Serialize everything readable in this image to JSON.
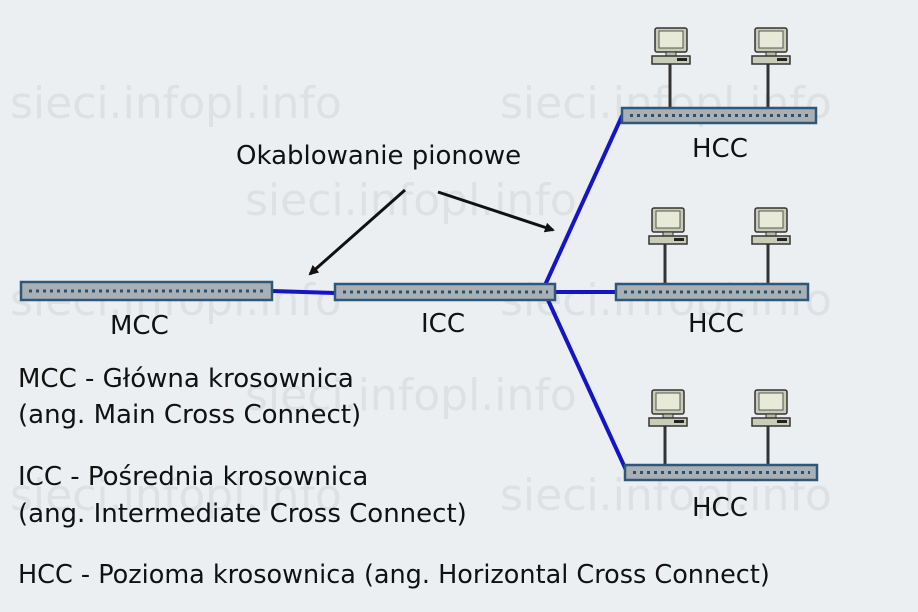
{
  "watermark": {
    "text": "sieci.infopl.info",
    "color": "#dde1e4"
  },
  "diagram": {
    "annotation": "Okablowanie pionowe",
    "nodes": {
      "mcc": "MCC",
      "icc": "ICC",
      "hcc_top": "HCC",
      "hcc_middle": "HCC",
      "hcc_bottom": "HCC"
    }
  },
  "legend": {
    "mcc_line1": "MCC - Główna krosownica",
    "mcc_line2": "(ang. Main Cross Connect)",
    "icc_line1": "ICC - Pośrednia krosownica",
    "icc_line2": "(ang. Intermediate Cross Connect)",
    "hcc_line": "HCC - Pozioma krosownica (ang. Horizontal Cross Connect)"
  },
  "colors": {
    "cable": "#1515c4",
    "panel_fill": "#a8b0b5",
    "panel_border": "#2f5878",
    "arrow": "#111111"
  }
}
